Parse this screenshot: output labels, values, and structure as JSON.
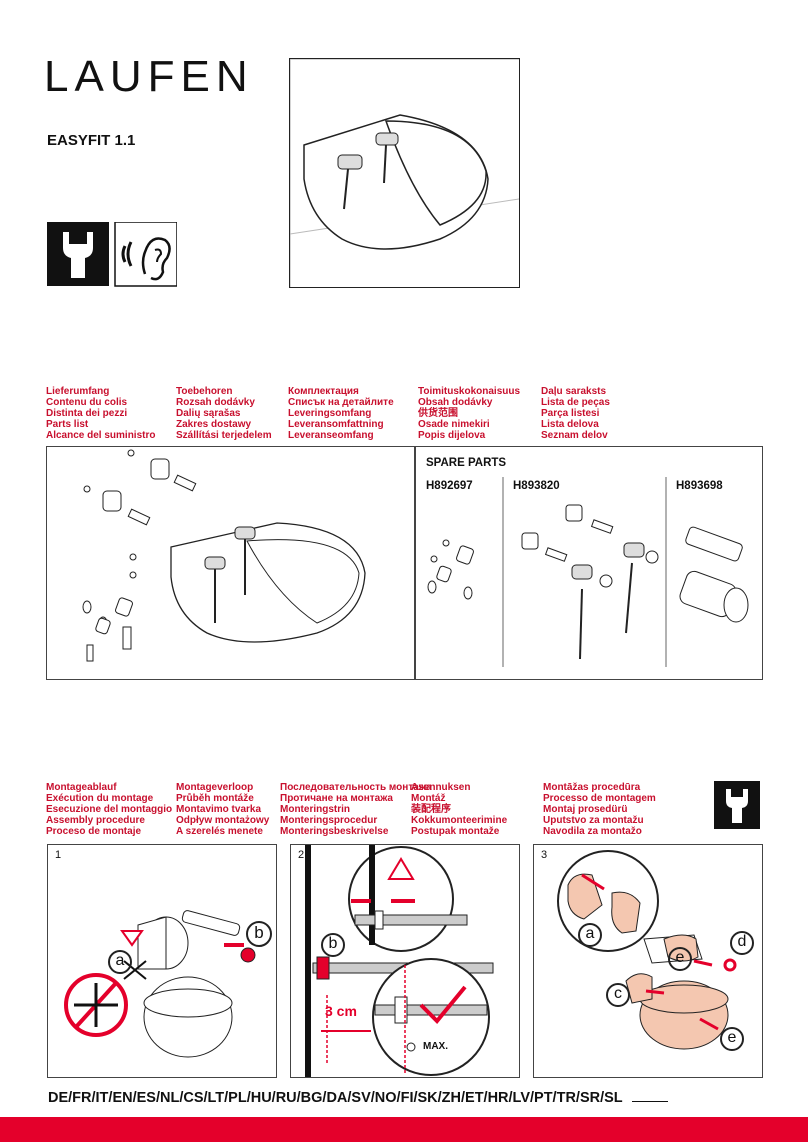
{
  "brand": "LAUFEN",
  "model": "EASYFIT 1.1",
  "icons": [
    "wrench-icon",
    "sound-ear-icon"
  ],
  "parts_list_labels": [
    [
      "Lieferumfang",
      "Contenu du colis",
      "Distinta dei pezzi",
      "Parts list",
      "Alcance del suministro"
    ],
    [
      "Toebehoren",
      "Rozsah dodávky",
      "Dalių sąrašas",
      "Zakres dostawy",
      "Szállítási terjedelem"
    ],
    [
      "Комплектация",
      "Списък на детайлите",
      "Leveringsomfang",
      "Leveransomfattning",
      "Leveranseomfang"
    ],
    [
      "Toimituskokonaisuus",
      "Obsah dodávky",
      "供货范围",
      "Osade nimekiri",
      "Popis dijelova"
    ],
    [
      "Daļu saraksts",
      "Lista de peças",
      "Parça listesi",
      "Lista delova",
      "Seznam delov"
    ]
  ],
  "spare_parts": {
    "title": "SPARE PARTS",
    "codes": [
      "H892697",
      "H893820",
      "H893698"
    ]
  },
  "assembly_labels": [
    [
      "Montageablauf",
      "Exécution du montage",
      "Esecuzione del montaggio",
      "Assembly procedure",
      "Proceso de montaje"
    ],
    [
      "Montageverloop",
      "Průběh montáže",
      "Montavimo tvarka",
      "Odpływ montażowy",
      "A szerelés menete"
    ],
    [
      "Последовательность монтажа",
      "Протичане на монтажа",
      "Monteringstrin",
      "Monteringsprocedur",
      "Monteringsbeskrivelse"
    ],
    [
      "Asennuksen",
      "Montáž",
      "装配程序",
      "Kokkumonteerimine",
      "Postupak montaže"
    ],
    [
      "Montāžas procedūra",
      "Processo de montagem",
      "Montaj prosedürü",
      "Uputstvo za montažu",
      "Navodila za montažo"
    ]
  ],
  "steps": [
    {
      "num": "1",
      "callouts": [
        "a",
        "b"
      ]
    },
    {
      "num": "2",
      "callouts": [
        "b"
      ],
      "measure": "3 cm",
      "max_label": "MAX."
    },
    {
      "num": "3",
      "callouts": [
        "a",
        "e",
        "d",
        "c",
        "e"
      ]
    }
  ],
  "languages": "DE/FR/IT/EN/ES/NL/CS/LT/PL/HU/RU/BG/DA/SV/NO/FI/SK/ZH/ET/HR/LV/PT/TR/SR/SL",
  "colors": {
    "accent": "#e4002b",
    "label_red": "#c8102e",
    "skin": "#f4c7b0"
  }
}
